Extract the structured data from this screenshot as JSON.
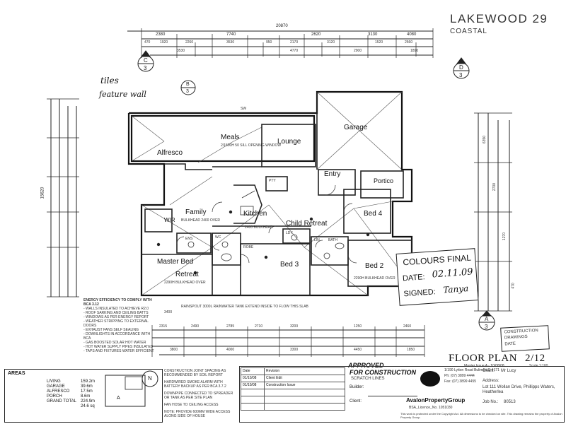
{
  "title": "LAKEWOOD 29",
  "subtitle": "COASTAL",
  "rooms": {
    "garage": "Garage",
    "lounge": "Lounge",
    "meals": "Meals",
    "alfresco": "Alfresco",
    "family": "Family",
    "kitchen": "Kitchen",
    "child_retreat": "Child Retreat",
    "entry": "Entry",
    "portico": "Portico",
    "bed4": "Bed 4",
    "bed3": "Bed 3",
    "bed2": "Bed 2",
    "master_bed": "Master Bed",
    "retreat": "Retreat",
    "wir": "WIR",
    "ens": "ENS"
  },
  "dimensions": {
    "top_overall": "20870",
    "top_row1": [
      "2380",
      "7740",
      "2620",
      "3130",
      "4080"
    ],
    "top_row2": [
      "470",
      "1920",
      "2260",
      "3530",
      "950",
      "2170",
      "3120",
      "1520",
      "2560"
    ],
    "top_row3": [
      "3530",
      "4770",
      "2900",
      "1890"
    ],
    "bottom_row1": [
      "2315",
      "2490",
      "2785",
      "2710",
      "3200",
      "1250",
      "2460"
    ],
    "bottom_row2": [
      "3800",
      "4000",
      "3300",
      "4450",
      "1850"
    ],
    "bottom_row3": [
      "3400"
    ],
    "left_overall": "15620",
    "right_dims": [
      "6350",
      "2700",
      "1270",
      "470"
    ]
  },
  "markers": {
    "section_c_top": {
      "letter": "C",
      "num": "3"
    },
    "section_d": {
      "letter": "D",
      "num": "3"
    },
    "section_b": {
      "letter": "B",
      "num": "3"
    },
    "section_a": {
      "letter": "A",
      "num": "3"
    },
    "north": "N"
  },
  "handwritten": {
    "tiles": "tiles",
    "feature_wall": "feature wall",
    "date": "02.11.09",
    "signed": "Tanya"
  },
  "stamp": {
    "colours_final": "COLOURS FINAL",
    "date_label": "DATE:",
    "signed_label": "SIGNED:"
  },
  "construction_stamp": {
    "line1": "CONSTRUCTION",
    "line2": "DRAWINGS",
    "line3": "DATE"
  },
  "notes": {
    "energy": "ENERGY EFFICIENCY TO COMPLY WITH BCA 3.12",
    "energy_lines": [
      "- WALLS INSULATED TO ACHIEVE R2.0",
      "- ROOF SARKING AND CEILING BATTS",
      "- WINDOWS AS PER ENERGY REPORT",
      "- WEATHER STRIPPING TO EXTERNAL DOORS",
      "- EXHAUST FANS SELF SEALING",
      "- DOWNLIGHTS IN ACCORDANCE WITH BCA",
      "- GAS BOOSTED SOLAR HOT WATER",
      "- HOT WATER SUPPLY PIPES INSULATED",
      "- TAPS AND FIXTURES WATER EFFICIENT"
    ],
    "rainwater": "RAINSPOUT 3000L RAINWATER TANK EXTEND INSIDE TO FLOW THIS SLAB",
    "meals": "2/1500H 50 SILL OPENING WINDOW",
    "family": "BULKHEAD 2400 OVER",
    "kitchen_note": "2400 BULKHEAD",
    "retreat_note": "2290H BULKHEAD OVER",
    "bed2_note": "2290H BULKHEAD OVER",
    "robe": "ROBE",
    "linen": "LIN",
    "wc": "WC",
    "ldy": "LDY",
    "bath": "BATH",
    "pty": "PTY",
    "sw": "SW"
  },
  "legend": {
    "title": "AREAS",
    "rows": [
      {
        "label": "LIVING",
        "value": "159.2m"
      },
      {
        "label": "GARAGE",
        "value": "39.6m"
      },
      {
        "label": "ALFRESCO",
        "value": "17.5m"
      },
      {
        "label": "PORCH",
        "value": "8.6m"
      }
    ],
    "total_label": "GRAND TOTAL",
    "total_value": "224.9m",
    "squares": "24.6 sq"
  },
  "symbols": [
    "CONSTRUCTION JOINT SPACING AS RECOMMENDED BY SOIL REPORT",
    "HARDWIRED SMOKE ALARM WITH BATTERY BACKUP AS PER BCA 3.7.2",
    "DOWNPIPE CONNECTED TO SPREADER OR TANK AS PER SITE PLAN",
    "FAN HOSE TO CEILING ACCESS",
    "NOTE: PROVIDE 600MM WIDE ACCESS ALONG SIDE OF HOUSE"
  ],
  "revision": {
    "headers": [
      "Date",
      "Revision"
    ],
    "rows": [
      [
        "01/10/08",
        "Client Edit"
      ],
      [
        "01/10/08",
        "Construction Issue"
      ],
      [
        "",
        ""
      ],
      [
        "",
        ""
      ]
    ]
  },
  "approval": {
    "approved": "APPROVED",
    "for_construction": "FOR CONSTRUCTION",
    "builder_label": "Builder:",
    "client_label": "Client:",
    "scratch": "SCRATCH LINES"
  },
  "company": {
    "name": "AvalonPropertyGroup",
    "address": "1/190 Lytton Road Bulimba Q 4171",
    "phone": "Ph: (07) 3899 4444",
    "fax": "Fax: (07) 3899 4455",
    "licence": "BSA_Licence_No. 1051030"
  },
  "project": {
    "client_label": "Client:",
    "client": "Mr Lucy",
    "address_label": "Address:",
    "address": "Lot 111 Wollan Drive, Phillipps Waters, Heatherlea",
    "job_label": "Job No.:",
    "job": "80513"
  },
  "sheet": {
    "label": "FLOOR PLAN",
    "number": "2/12",
    "issue": "Master Issue A - 10/08/08",
    "scale": "Scale 1:100"
  },
  "copyright": "This work is protected under the Copyright Act. All dimensions to be checked on site. This drawing remains the property of Avalon Property Group."
}
